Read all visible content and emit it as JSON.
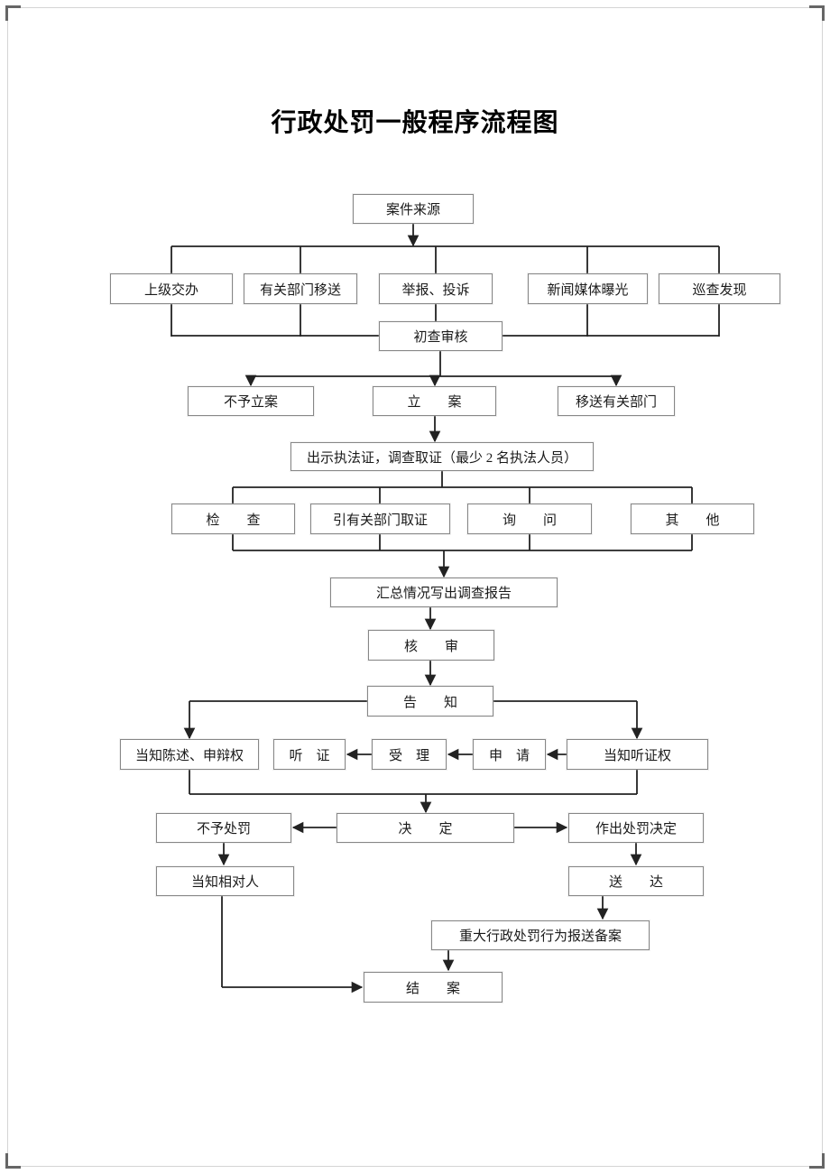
{
  "title": "行政处罚一般程序流程图",
  "colors": {
    "connector_line": "#222222",
    "box_border": "#878787",
    "text": "#1a1a1a"
  },
  "nodes": {
    "case_source": "案件来源",
    "superior_assign": "上级交办",
    "dept_transfer": "有关部门移送",
    "report_complaint": "举报、投诉",
    "media_exposure": "新闻媒体曝光",
    "patrol_discovery": "巡查发现",
    "preliminary_review": "初查审核",
    "no_filing": "不予立案",
    "filing": "立　　案",
    "transfer_dept": "移送有关部门",
    "evidence": "出示执法证，调查取证（最少 2 名执法人员）",
    "inspect": "检　　查",
    "dept_evidence": "引有关部门取证",
    "inquiry": "询　　问",
    "other": "其　　他",
    "report": "汇总情况写出调查报告",
    "review": "核　　审",
    "notify": "告　　知",
    "statement_right": "当知陈述、申辩权",
    "hearing": "听　证",
    "accept": "受　理",
    "apply": "申　请",
    "hearing_right": "当知听证权",
    "no_penalty": "不予处罚",
    "decision": "决　　定",
    "penalty_decision": "作出处罚决定",
    "notify_party": "当知相对人",
    "delivery": "送　　达",
    "major_record": "重大行政处罚行为报送备案",
    "close_case": "结　　案"
  }
}
